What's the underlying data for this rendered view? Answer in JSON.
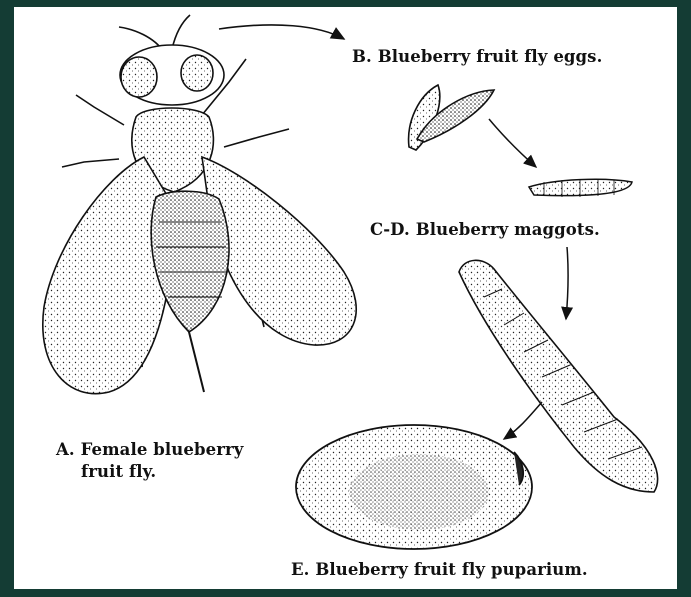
{
  "labels": {
    "eggs": "B. Blueberry fruit fly eggs.",
    "maggots": "C-D. Blueberry maggots.",
    "female_line1": "A. Female blueberry",
    "female_line2": "fruit fly.",
    "puparium": "E. Blueberry fruit fly puparium."
  },
  "colors": {
    "background": "#143c34",
    "panel": "#ffffff",
    "ink": "#111111"
  }
}
